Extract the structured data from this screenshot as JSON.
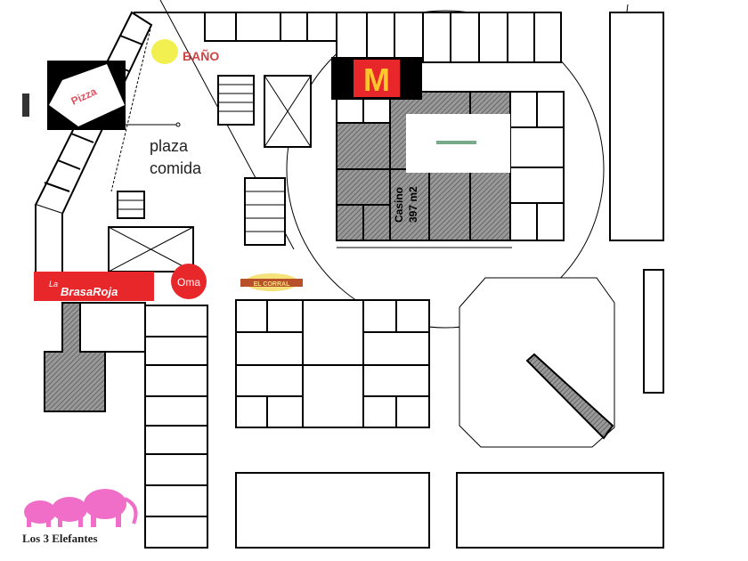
{
  "labels": {
    "plaza_line1": "plaza",
    "plaza_line2": "comida",
    "casino_line1": "Casino",
    "casino_line2": "397 m2",
    "elefantes": "Los 3 Elefantes"
  },
  "logos": {
    "mcdonalds": "M",
    "brasa_roja_prefix": "La",
    "brasa_roja": "BrasaRoja",
    "oma": "Oma",
    "el_corral": "EL CORRAL",
    "bano": "BAÑO"
  },
  "colors": {
    "red": "#e8272a",
    "mcd_yellow": "#ffc72c",
    "elephant_pink": "#f06ec8",
    "hatch": "#888888"
  }
}
